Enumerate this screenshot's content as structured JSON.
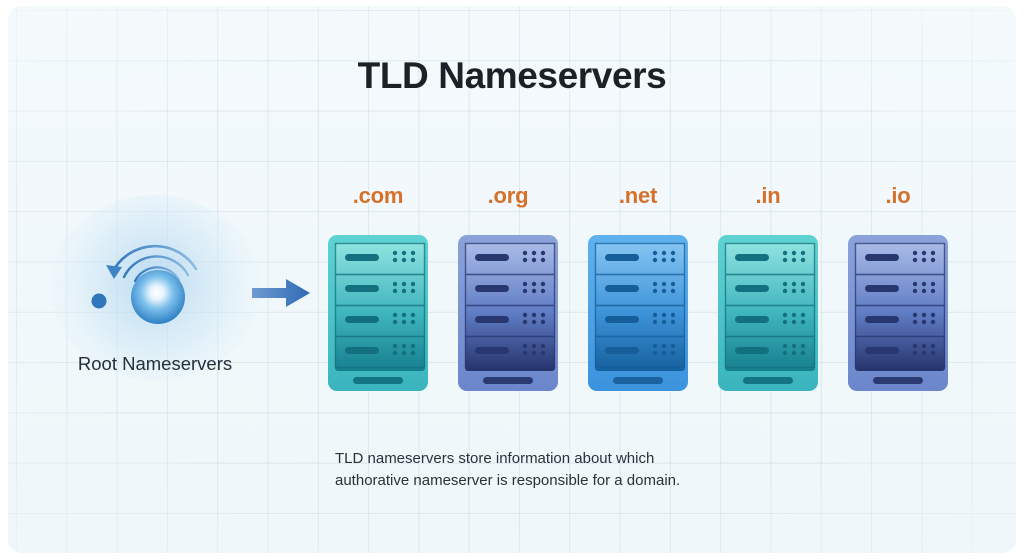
{
  "title": "TLD Nameservers",
  "root": {
    "label": "Root Nameservers",
    "icon": "root-globe-signal-icon",
    "arrow_icon": "arrow-right-icon"
  },
  "racks": [
    {
      "tld": ".com",
      "icon": "server-rack-icon",
      "slots": 4,
      "theme": "teal",
      "shell": "#45c3c8",
      "top": "#8fe3e0",
      "bottom": "#16808f"
    },
    {
      "tld": ".org",
      "icon": "server-rack-icon",
      "slots": 4,
      "theme": "periwinkle",
      "shell": "#7b93d4",
      "top": "#a6b9e4",
      "bottom": "#27356e"
    },
    {
      "tld": ".net",
      "icon": "server-rack-icon",
      "slots": 4,
      "theme": "sky",
      "shell": "#4aa3e8",
      "top": "#84c3f1",
      "bottom": "#16609e"
    },
    {
      "tld": ".in",
      "icon": "server-rack-icon",
      "slots": 4,
      "theme": "teal",
      "shell": "#45c3c8",
      "top": "#8fe3e0",
      "bottom": "#16808f"
    },
    {
      "tld": ".io",
      "icon": "server-rack-icon",
      "slots": 4,
      "theme": "periwinkle",
      "shell": "#7b93d4",
      "top": "#a6b9e4",
      "bottom": "#27356e"
    }
  ],
  "caption": {
    "line1": "TLD nameservers store information about which",
    "line2": "authorative nameserver is responsible for a domain."
  },
  "colors": {
    "accent_orange": "#d5712a",
    "title_ink": "#1b2127",
    "background": "#f1f8fb",
    "grid_line": "#96b4c8",
    "arrow_blue": "#3b6fb5"
  }
}
